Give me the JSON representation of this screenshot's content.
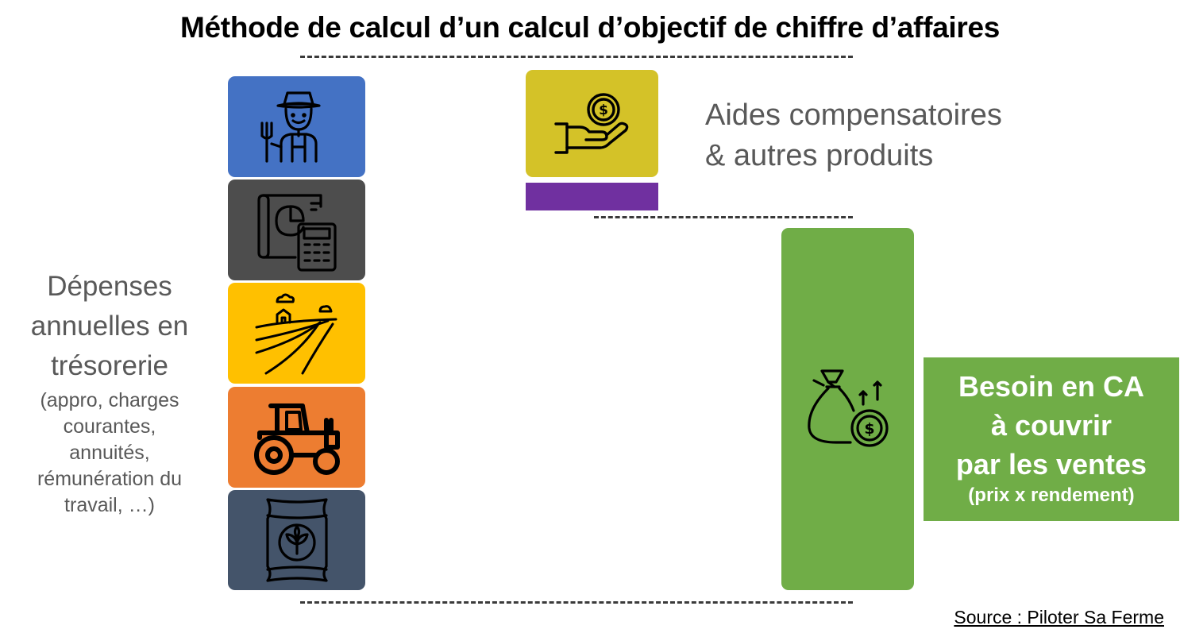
{
  "title": "Méthode de calcul d’un calcul d’objectif de chiffre d’affaires",
  "left_label": {
    "main": [
      "Dépenses",
      "annuelles en",
      "trésorerie"
    ],
    "sub": [
      "(appro, charges",
      "courantes,",
      "annuités,",
      "rémunération du",
      "travail, …)"
    ]
  },
  "expense_blocks": [
    {
      "icon": "farmer-icon",
      "color": "#4472c4"
    },
    {
      "icon": "accounting-calculator-icon",
      "color": "#4d4d4d"
    },
    {
      "icon": "farm-field-icon",
      "color": "#ffc000"
    },
    {
      "icon": "tractor-icon",
      "color": "#ed7d31"
    },
    {
      "icon": "seed-bag-icon",
      "color": "#44546a"
    }
  ],
  "aides": {
    "lines": [
      "Aides compensatoires",
      "& autres produits"
    ],
    "icon": "hand-coin-icon",
    "color": "#d4c228",
    "bar_color": "#7030a0"
  },
  "sales_block": {
    "icon": "money-bag-icon",
    "color": "#70ad47"
  },
  "besoin": {
    "lines": [
      "Besoin en CA",
      "à couvrir",
      "par les ventes"
    ],
    "sub": "(prix x rendement)",
    "color": "#70ad47"
  },
  "source": "Source : Piloter Sa Ferme"
}
